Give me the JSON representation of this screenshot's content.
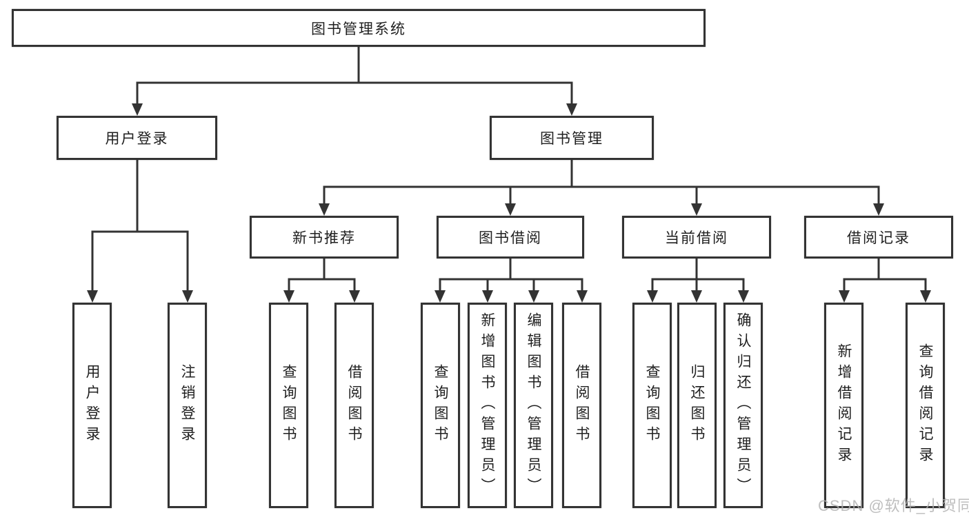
{
  "tree": {
    "root": {
      "label": "图书管理系统"
    },
    "branches": [
      {
        "label": "用户登录",
        "children": [
          {
            "label": "用户登录"
          },
          {
            "label": "注销登录"
          }
        ]
      },
      {
        "label": "图书管理",
        "children": [
          {
            "label": "新书推荐",
            "children": [
              {
                "label": "查询图书"
              },
              {
                "label": "借阅图书"
              }
            ]
          },
          {
            "label": "图书借阅",
            "children": [
              {
                "label": "查询图书"
              },
              {
                "label": "新增图书（管理员）"
              },
              {
                "label": "编辑图书（管理员）"
              },
              {
                "label": "借阅图书"
              }
            ]
          },
          {
            "label": "当前借阅",
            "children": [
              {
                "label": "查询图书"
              },
              {
                "label": "归还图书"
              },
              {
                "label": "确认归还（管理员）"
              }
            ]
          },
          {
            "label": "借阅记录",
            "children": [
              {
                "label": "新增借阅记录"
              },
              {
                "label": "查询借阅记录"
              }
            ]
          }
        ]
      }
    ]
  },
  "watermark": {
    "text": "CSDN @软件_小贺同学"
  },
  "colors": {
    "line": "#333333",
    "box_border": "#333333",
    "text": "#1f1f1f",
    "watermark": "#b0b0b0",
    "background": "#ffffff"
  }
}
